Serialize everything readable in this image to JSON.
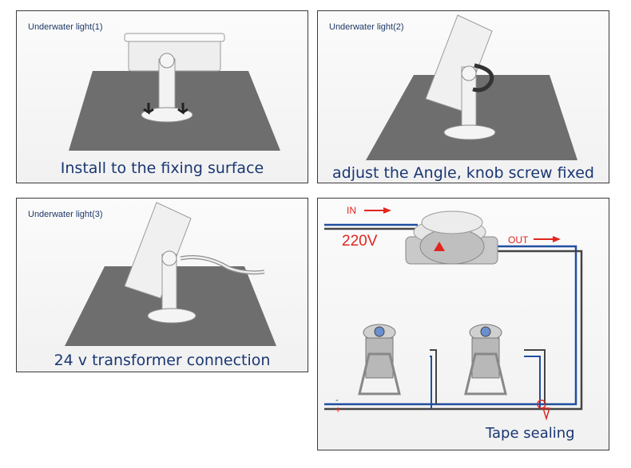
{
  "panels": [
    {
      "tag": "Underwater light(1)",
      "caption": "Install to the fixing surface"
    },
    {
      "tag": "Underwater light(2)",
      "caption": "adjust the Angle, knob screw fixed"
    },
    {
      "tag": "Underwater light(3)",
      "caption": "24 v transformer connection"
    },
    {
      "caption": "Tape sealing"
    }
  ],
  "wiring": {
    "in_label": "IN",
    "out_label": "OUT",
    "voltage_label": "220V",
    "minus_label": "-",
    "plus_label": "+"
  },
  "colors": {
    "caption": "#1a3773",
    "wire_red": "#e0261e",
    "wire_blue": "#1f4fa0",
    "surface": "#6e6e6e"
  }
}
